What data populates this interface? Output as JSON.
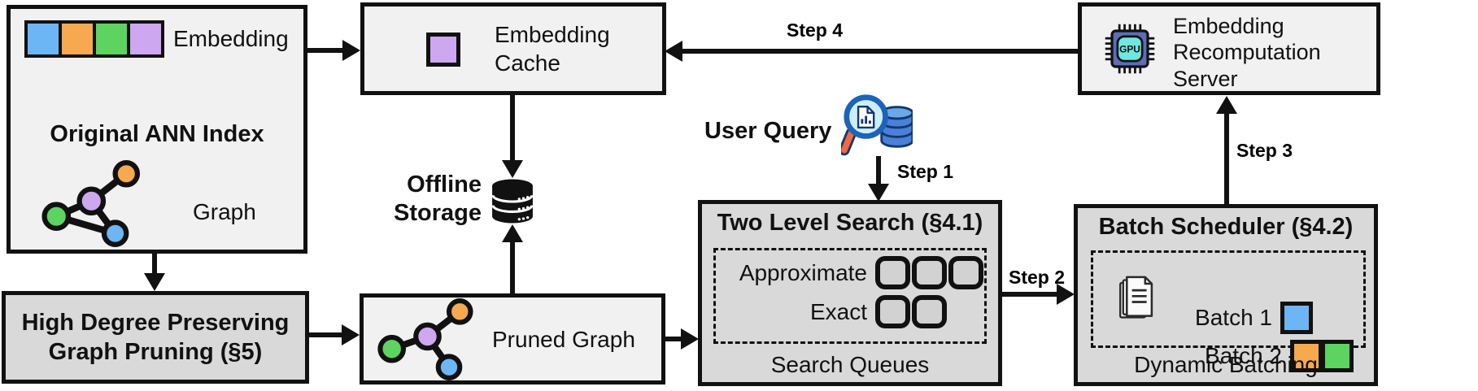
{
  "colors": {
    "box_light_bg": "#f1f1f1",
    "box_dark_bg": "#d9d9d9",
    "border": "#111111",
    "embedding_blue": "#6cb6f5",
    "embedding_orange": "#f6a94e",
    "embedding_green": "#5cd45f",
    "embedding_purple": "#cda7ef"
  },
  "original_ann_index": {
    "title": "Original ANN Index",
    "embedding_label": "Embedding",
    "graph_label": "Graph"
  },
  "graph_pruning": {
    "line1": "High Degree Preserving",
    "line2": "Graph Pruning (§5)"
  },
  "embedding_cache": {
    "label": "Embedding Cache"
  },
  "offline_storage": {
    "line1": "Offline",
    "line2": "Storage"
  },
  "pruned_graph": {
    "label": "Pruned Graph"
  },
  "user_query": {
    "label": "User Query"
  },
  "two_level_search": {
    "title": "Two Level Search (§4.1)",
    "approximate_label": "Approximate",
    "exact_label": "Exact",
    "approximate_slots": 3,
    "exact_slots": 2,
    "caption": "Search Queues"
  },
  "batch_scheduler": {
    "title": "Batch Scheduler (§4.2)",
    "batch1_label": "Batch 1",
    "batch2_label": "Batch 2",
    "caption": "Dynamic Batching"
  },
  "recomputation_server": {
    "label": "Embedding Recomputation Server",
    "chip_label": "GPU"
  },
  "steps": {
    "step1": "Step 1",
    "step2": "Step 2",
    "step3": "Step 3",
    "step4": "Step 4"
  },
  "icons": {
    "embedding_strip": "four colored vector cells",
    "graph": "colored-node graph",
    "pruned_graph": "colored-node tree graph",
    "database": "black database cylinders",
    "query_search": "magnifier over blue database",
    "papers": "stacked documents",
    "gpu_chip": "GPU chip"
  }
}
